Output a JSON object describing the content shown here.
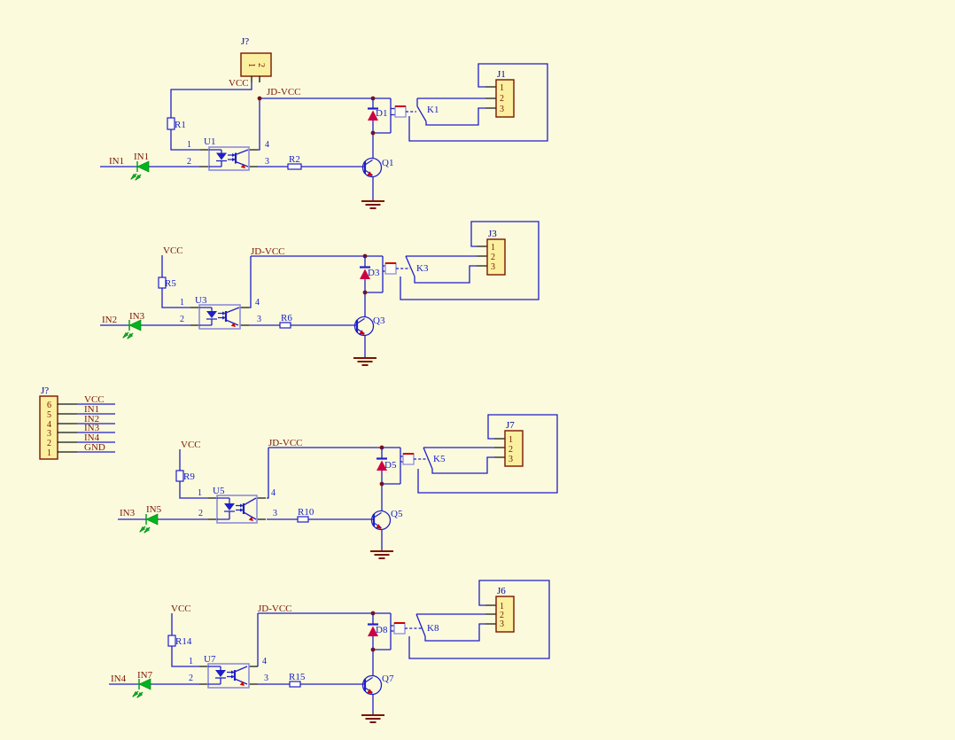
{
  "colors": {
    "background": "#FBFADC",
    "wire_blue": "#1F1FC8",
    "net_label_maroon": "#7A1500",
    "designator_blue": "#1520CE",
    "connector_designator_navy": "#000099",
    "junction_dot_maroon": "#7A1212",
    "connector_fill_yellow": "#FAF0A0",
    "connector_border_maroon": "#7A1500",
    "optocoupler_box_violet": "#8C8CDC",
    "diode_triangle_red": "#CC0044",
    "accent_red": "#CC0000",
    "led_green": "#00B41E",
    "ground_maroon": "#7A1500",
    "pin_stub_black": "#141414"
  },
  "top_connector": {
    "designator": "J?",
    "pin_numbers": [
      "1",
      "2"
    ]
  },
  "io_connector": {
    "designator": "J?",
    "pin_numbers": [
      "6",
      "5",
      "4",
      "3",
      "2",
      "1"
    ],
    "net_labels": [
      "VCC",
      "IN1",
      "IN2",
      "IN3",
      "IN4",
      "GND"
    ]
  },
  "circuits": [
    {
      "input_net": "IN1",
      "led_label": "IN1",
      "series_resistor": "R1",
      "base_resistor": "R2",
      "optocoupler": "U1",
      "opto_pins": {
        "p1": "1",
        "p2": "2",
        "p3": "3",
        "p4": "4"
      },
      "flyback_diode": "D1",
      "transistor": "Q1",
      "relay": "K1",
      "output_connector": "J1",
      "output_pins": [
        "1",
        "2",
        "3"
      ],
      "vcc_net": "VCC",
      "relay_vcc_net": "JD-VCC"
    },
    {
      "input_net": "IN2",
      "led_label": "IN3",
      "series_resistor": "R5",
      "base_resistor": "R6",
      "optocoupler": "U3",
      "opto_pins": {
        "p1": "1",
        "p2": "2",
        "p3": "3",
        "p4": "4"
      },
      "flyback_diode": "D3",
      "transistor": "Q3",
      "relay": "K3",
      "output_connector": "J3",
      "output_pins": [
        "1",
        "2",
        "3"
      ],
      "vcc_net": "VCC",
      "relay_vcc_net": "JD-VCC"
    },
    {
      "input_net": "IN3",
      "led_label": "IN5",
      "series_resistor": "R9",
      "base_resistor": "R10",
      "optocoupler": "U5",
      "opto_pins": {
        "p1": "1",
        "p2": "2",
        "p3": "3",
        "p4": "4"
      },
      "flyback_diode": "D5",
      "transistor": "Q5",
      "relay": "K5",
      "output_connector": "J7",
      "output_pins": [
        "1",
        "2",
        "3"
      ],
      "vcc_net": "VCC",
      "relay_vcc_net": "JD-VCC"
    },
    {
      "input_net": "IN4",
      "led_label": "IN7",
      "series_resistor": "R14",
      "base_resistor": "R15",
      "optocoupler": "U7",
      "opto_pins": {
        "p1": "1",
        "p2": "2",
        "p3": "3",
        "p4": "4"
      },
      "flyback_diode": "D8",
      "transistor": "Q7",
      "relay": "K8",
      "output_connector": "J6",
      "output_pins": [
        "1",
        "2",
        "3"
      ],
      "vcc_net": "VCC",
      "relay_vcc_net": "JD-VCC"
    }
  ]
}
